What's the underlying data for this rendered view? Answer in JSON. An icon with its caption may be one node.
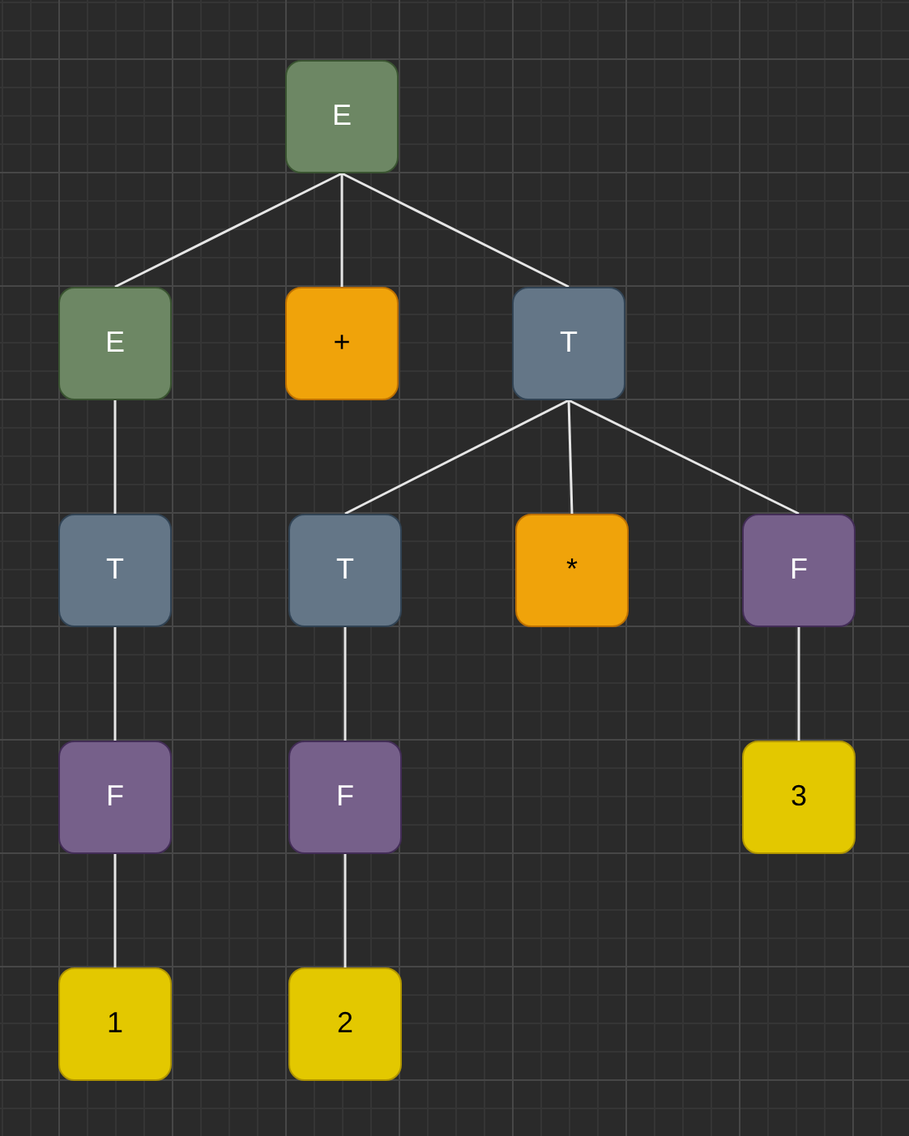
{
  "diagram": {
    "nodes": [
      {
        "text": [
          "E"
        ]
      },
      {
        "text": [
          "E"
        ]
      },
      {
        "text": [
          "+"
        ]
      },
      {
        "text": [
          "T"
        ]
      },
      {
        "text": [
          "T"
        ]
      },
      {
        "text": [
          "T"
        ]
      },
      {
        "text": [
          "*"
        ]
      },
      {
        "text": [
          "F"
        ]
      },
      {
        "text": [
          "F"
        ]
      },
      {
        "text": [
          "F"
        ]
      },
      {
        "text": [
          "3"
        ]
      },
      {
        "text": [
          "1"
        ]
      },
      {
        "text": [
          "2"
        ]
      }
    ],
    "edges": [
      {
        "from": 0,
        "to": 1,
        "arrow": "none"
      },
      {
        "from": 0,
        "to": 2,
        "arrow": "none"
      },
      {
        "from": 0,
        "to": 3,
        "arrow": "none"
      },
      {
        "from": 1,
        "to": 4,
        "arrow": "none"
      },
      {
        "from": 3,
        "to": 5,
        "arrow": "none"
      },
      {
        "from": 3,
        "to": 6,
        "arrow": "none"
      },
      {
        "from": 3,
        "to": 7,
        "arrow": "none"
      },
      {
        "from": 4,
        "to": 8,
        "arrow": "none"
      },
      {
        "from": 5,
        "to": 9,
        "arrow": "none"
      },
      {
        "from": 7,
        "to": 10,
        "arrow": "none"
      },
      {
        "from": 8,
        "to": 11,
        "arrow": "none"
      },
      {
        "from": 9,
        "to": 12,
        "arrow": "none"
      }
    ]
  }
}
